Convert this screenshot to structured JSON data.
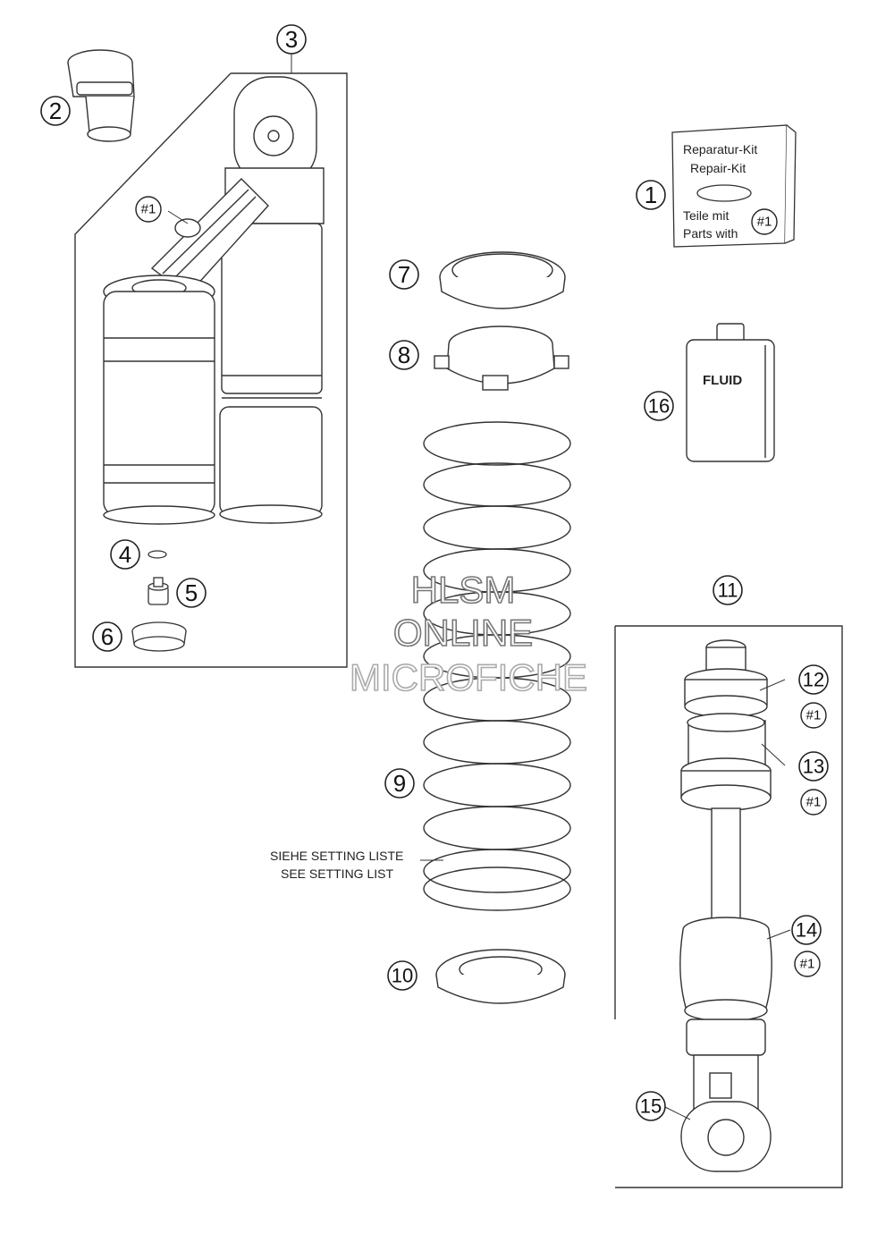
{
  "callouts": {
    "c1": "1",
    "c2": "2",
    "c3": "3",
    "c4": "4",
    "c5": "5",
    "c6": "6",
    "c7": "7",
    "c8": "8",
    "c9": "9",
    "c10": "10",
    "c11": "11",
    "c12": "12",
    "c13": "13",
    "c14": "14",
    "c15": "15",
    "c16": "16"
  },
  "refs": {
    "kit_ref": "#1"
  },
  "kit_label": {
    "line1": "Reparatur-Kit",
    "line2": "Repair-Kit",
    "line3": "Teile mit",
    "line4": "Parts with"
  },
  "fluid_label": "FLUID",
  "spring_note": {
    "line1": "SIEHE SETTING LISTE",
    "line2": "SEE SETTING LIST"
  },
  "watermark": {
    "line1": "HLSM",
    "line2": "ONLINE",
    "line3": "MICROFICHE"
  }
}
